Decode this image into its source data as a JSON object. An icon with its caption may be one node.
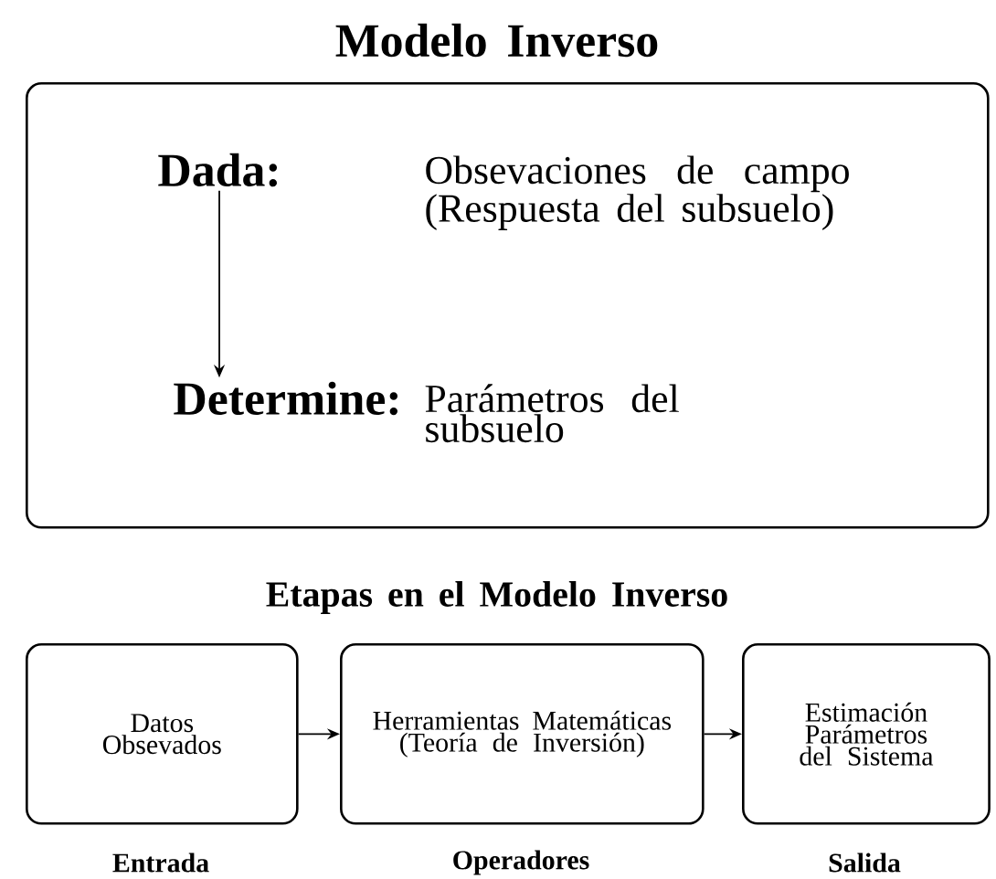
{
  "diagram": {
    "title": "Modelo Inverso",
    "nodes": [
      {
        "text": [],
        "shape": "box"
      },
      {
        "text": [
          "Dada:"
        ],
        "in": 0,
        "beside": [
          "Obsevaciones de campo (Respuesta del subsuelo)"
        ]
      },
      {
        "text": [
          "Determine:"
        ],
        "in": 0,
        "beside": [
          "Parámetros del subsuelo"
        ]
      },
      {
        "text": [
          "Datos Obsevados"
        ],
        "beside": [
          "Entrada"
        ]
      },
      {
        "text": [
          "Herramientas Matemáticas (Teoría de Inversión)"
        ],
        "beside": [
          "Operadores"
        ]
      },
      {
        "text": [
          "Estimación Parámetros del Sistema"
        ],
        "beside": [
          "Salida"
        ]
      }
    ],
    "edges": [
      {
        "from": 1,
        "to": 2,
        "arrow": "to"
      },
      {
        "from": 3,
        "to": 4,
        "arrow": "to"
      },
      {
        "from": 4,
        "to": 5,
        "arrow": "to"
      }
    ],
    "labels": [
      "Etapas en el Modelo Inverso"
    ]
  }
}
